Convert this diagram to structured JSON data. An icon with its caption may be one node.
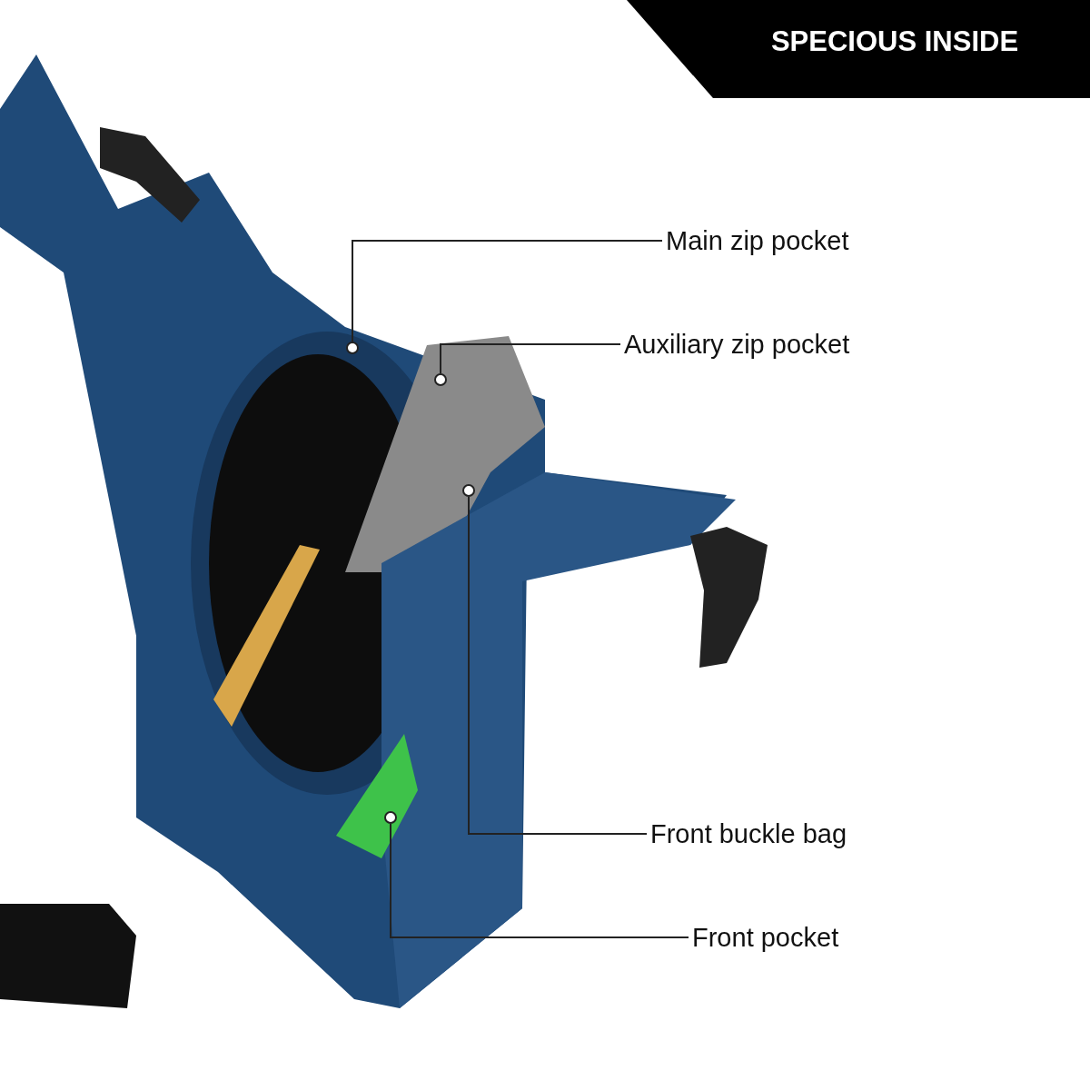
{
  "diagram": {
    "title": "SPECIOUS INSIDE",
    "nodes": [
      {
        "text": [
          "Main zip pocket"
        ]
      },
      {
        "text": [
          "Auxiliary zip pocket"
        ]
      },
      {
        "text": [
          "Front buckle bag"
        ]
      },
      {
        "text": [
          "Front pocket"
        ]
      },
      {
        "text": [],
        "shape": "circle"
      },
      {
        "text": [],
        "shape": "circle"
      },
      {
        "text": [],
        "shape": "circle"
      },
      {
        "text": [],
        "shape": "circle"
      }
    ],
    "edges": [
      {
        "from": 0,
        "to": 4,
        "arrow": "none"
      },
      {
        "from": 1,
        "to": 5,
        "arrow": "none"
      },
      {
        "from": 2,
        "to": 6,
        "arrow": "none"
      },
      {
        "from": 3,
        "to": 7,
        "arrow": "none"
      }
    ]
  }
}
